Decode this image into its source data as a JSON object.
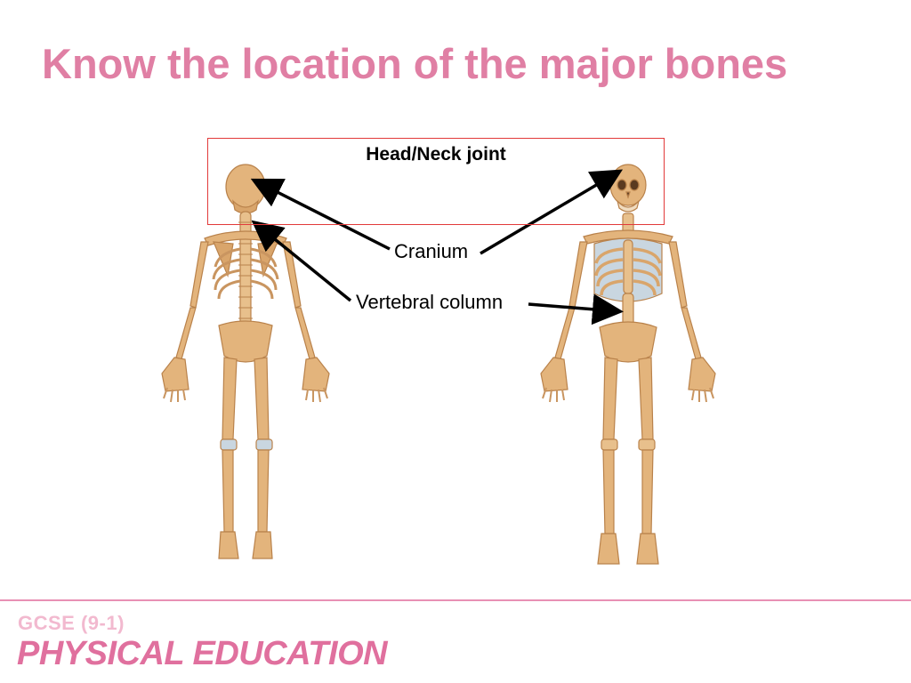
{
  "slide": {
    "title": "Know the location of the major bones",
    "box_label": "Head/Neck joint"
  },
  "labels": {
    "cranium": "Cranium",
    "vertebral_column": "Vertebral column"
  },
  "footer": {
    "line1": "GCSE (9-1)",
    "line2": "PHYSICAL EDUCATION"
  },
  "colors": {
    "title": "#e07fa4",
    "box_border": "#e23a3a",
    "bone": "#e3b47c",
    "bone_shadow": "#b9824b",
    "cartilage": "#c9d6e0",
    "footer_accent": "#e0709e"
  }
}
